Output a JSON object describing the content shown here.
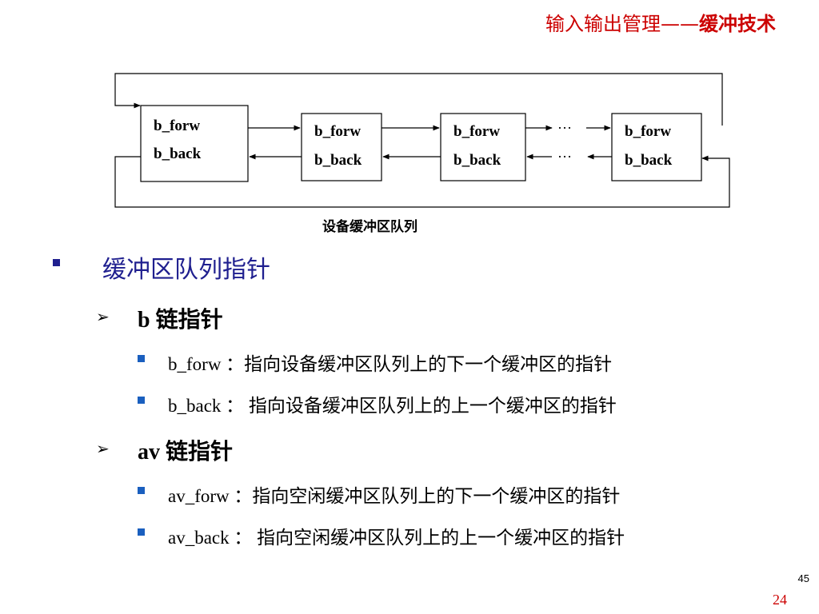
{
  "header": {
    "title_prefix": "输入输出管理",
    "title_dash": "——",
    "title_suffix": "缓冲技术"
  },
  "diagram": {
    "boxes": [
      {
        "forw": "b_forw",
        "back": "b_back"
      },
      {
        "forw": "b_forw",
        "back": "b_back"
      },
      {
        "forw": "b_forw",
        "back": "b_back"
      },
      {
        "forw": "b_forw",
        "back": "b_back"
      }
    ],
    "ellipsis_top": "…",
    "ellipsis_bottom": "…",
    "caption": "设备缓冲区队列"
  },
  "content": {
    "level1": {
      "text": "缓冲区队列指针"
    },
    "b_chain": {
      "prefix": "b",
      "label": "链指针",
      "items": [
        "b_forw ：指向设备缓冲区队列上的下一个缓冲区的指针",
        "b_back ： 指向设备缓冲区队列上的上一个缓冲区的指针"
      ]
    },
    "av_chain": {
      "prefix": "av",
      "label": "链指针",
      "items": [
        "av_forw ：指向空闲缓冲区队列上的下一个缓冲区的指针",
        "av_back ： 指向空闲缓冲区队列上的上一个缓冲区的指针"
      ]
    }
  },
  "footer": {
    "slide_number": "45",
    "page_number": "24"
  },
  "colors": {
    "header": "#cc0000",
    "level1": "#1f1f8f",
    "bullet": "#1a5fbf"
  }
}
